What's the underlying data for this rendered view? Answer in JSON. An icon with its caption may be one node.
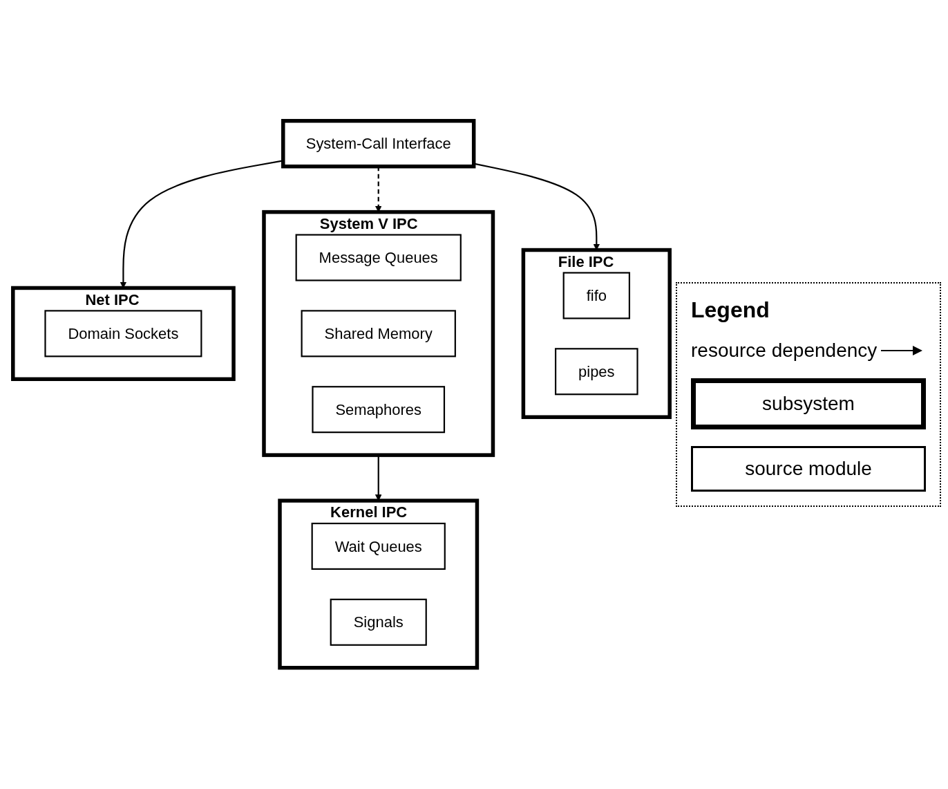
{
  "diagram": {
    "nodes": [
      {
        "text": [
          "System-Call Interface"
        ]
      },
      {
        "text": [
          "File IPC"
        ]
      },
      {
        "text": [
          "fifo"
        ],
        "in": 1
      },
      {
        "text": [
          "pipes"
        ],
        "in": 1
      },
      {
        "text": [
          "System V IPC"
        ]
      },
      {
        "text": [
          "Message Queues"
        ],
        "in": 4
      },
      {
        "text": [
          "Shared Memory"
        ],
        "in": 4
      },
      {
        "text": [
          "Semaphores"
        ],
        "in": 4
      },
      {
        "text": [
          "Net IPC"
        ]
      },
      {
        "text": [
          "Domain Sockets"
        ],
        "in": 8
      },
      {
        "text": [
          "Kernel IPC"
        ]
      },
      {
        "text": [
          "Wait Queues"
        ],
        "in": 10
      },
      {
        "text": [
          "Signals"
        ],
        "in": 10
      }
    ],
    "edges": [
      {
        "from": 0,
        "to": 1,
        "arrow": "to"
      },
      {
        "from": 0,
        "to": 4,
        "arrow": "to",
        "style": "dashed"
      },
      {
        "from": 0,
        "to": 8,
        "arrow": "to"
      },
      {
        "from": 4,
        "to": 10,
        "arrow": "to"
      }
    ],
    "labels": [
      "Legend"
    ],
    "legend": [
      {
        "text": "resource dependency"
      },
      {
        "text": "subsystem"
      },
      {
        "text": "source module"
      }
    ]
  }
}
